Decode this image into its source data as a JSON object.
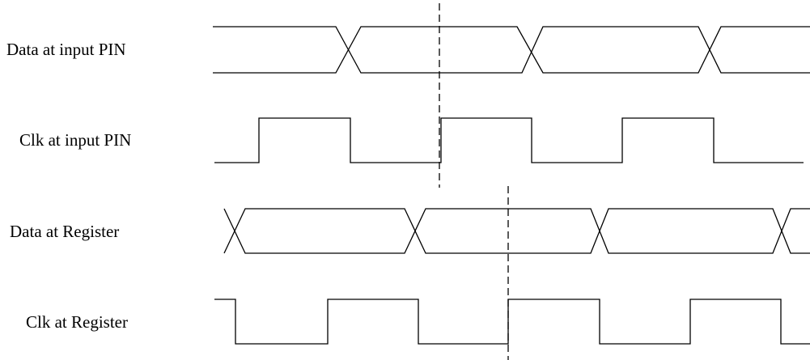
{
  "signals": [
    {
      "id": "data-input-pin",
      "label": "Data at input PIN"
    },
    {
      "id": "clk-input-pin",
      "label": "Clk at input PIN"
    },
    {
      "id": "data-register",
      "label": "Data at Register"
    },
    {
      "id": "clk-register",
      "label": "Clk at Register"
    }
  ]
}
